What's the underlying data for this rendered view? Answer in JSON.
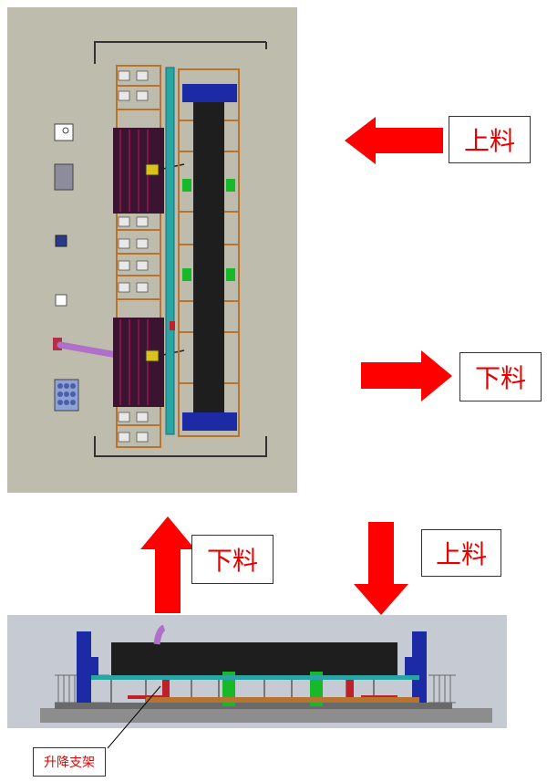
{
  "labels": {
    "load_top": "上料",
    "unload_top": "下料",
    "unload_bottom": "下料",
    "load_bottom": "上料",
    "lift_support": "升降支架"
  },
  "colors": {
    "arrow": "#ff0000",
    "label_text": "#e60000",
    "plan_background": "#bdbcad",
    "elevation_background": "#c5cad3",
    "pipe": "#1e1e1e",
    "flange_blue": "#1c2aa6",
    "rail_teal": "#2aa5a5",
    "frame_orange": "#b8732e",
    "clamp_green": "#17b82a",
    "roller_dark": "#3a1430",
    "robot_arm": "#b06fc8"
  }
}
